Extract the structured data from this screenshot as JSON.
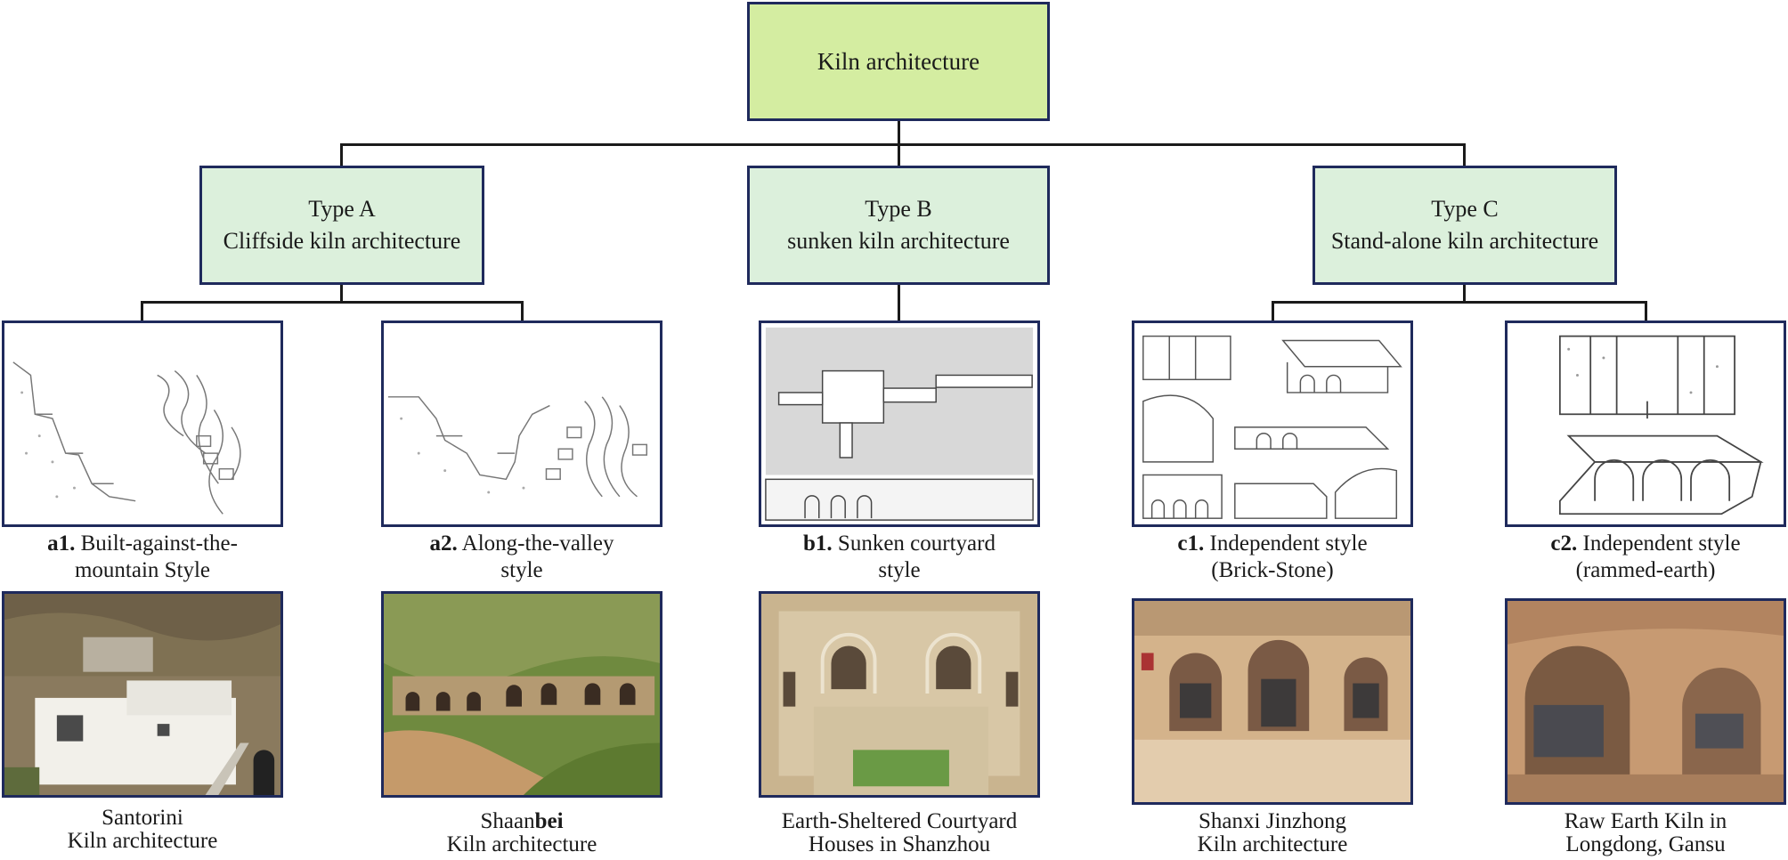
{
  "root": "Kiln architecture",
  "types": [
    {
      "line1": "Type A",
      "line2": "Cliffside kiln architecture"
    },
    {
      "line1": "Type B",
      "line2": "sunken kiln architecture"
    },
    {
      "line1": "Type C",
      "line2": "Stand-alone kiln architecture"
    }
  ],
  "styles": [
    {
      "code": "a1.",
      "line1": "Built-against-the-",
      "line2": "mountain Style"
    },
    {
      "code": "a2.",
      "line1": "Along-the-valley",
      "line2": "style"
    },
    {
      "code": "b1.",
      "line1": "Sunken courtyard",
      "line2": "style"
    },
    {
      "code": "c1.",
      "line1": "Independent style",
      "line2": "(Brick-Stone)"
    },
    {
      "code": "c2.",
      "line1": "Independent style",
      "line2": "(rammed-earth)"
    }
  ],
  "photos": [
    {
      "line1": "Santorini",
      "line2": "Kiln architecture"
    },
    {
      "line1a": "Shaan",
      "line1b": "bei",
      "line2": "Kiln architecture"
    },
    {
      "line1": "Earth-Sheltered Courtyard",
      "line2": "Houses in Shanzhou"
    },
    {
      "line1": "Shanxi Jinzhong",
      "line2": "Kiln architecture"
    },
    {
      "line1": "Raw Earth Kiln in",
      "line2": "Longdong, Gansu"
    }
  ]
}
